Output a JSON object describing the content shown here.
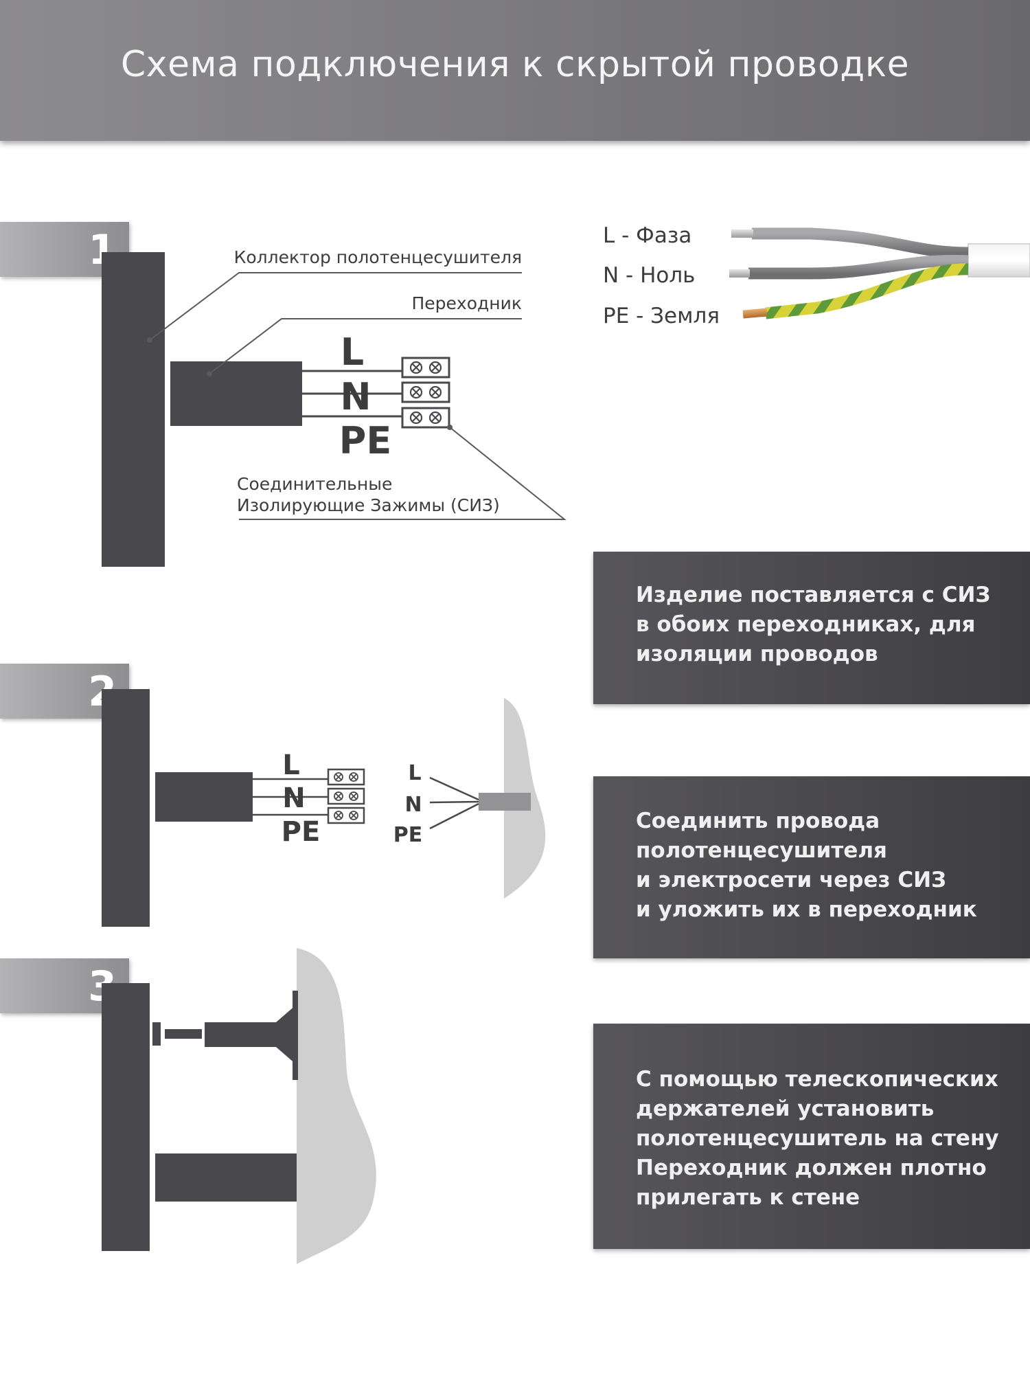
{
  "header": {
    "title": "Схема подключения к скрытой проводке"
  },
  "steps": [
    {
      "number": "1"
    },
    {
      "number": "2"
    },
    {
      "number": "3"
    }
  ],
  "step1": {
    "collector_label": "Коллектор полотенцесушителя",
    "adapter_label": "Переходник",
    "clamps_label_line1": "Соединительные",
    "clamps_label_line2": "Изолирующие Зажимы (СИЗ)",
    "wire_L": "L",
    "wire_N": "N",
    "wire_PE": "PE"
  },
  "step2": {
    "wire_L": "L",
    "wire_N": "N",
    "wire_PE": "PE",
    "wall_L": "L",
    "wall_N": "N",
    "wall_PE": "PE"
  },
  "legend": {
    "items": [
      {
        "text": "L - Фаза"
      },
      {
        "text": "N - Ноль"
      },
      {
        "text": "PE - Земля"
      }
    ]
  },
  "info_boxes": [
    {
      "lines": [
        "Изделие поставляется с СИЗ",
        "в обоих переходниках, для",
        "изоляции проводов"
      ]
    },
    {
      "lines": [
        "Соединить провода",
        "полотенцесушителя",
        "и электросети через СИЗ",
        "и уложить их в переходник"
      ]
    },
    {
      "lines": [
        "С помощью телескопических",
        "держателей установить",
        "полотенцесушитель на стену",
        "Переходник должен плотно",
        "прилегать к стене"
      ]
    }
  ]
}
